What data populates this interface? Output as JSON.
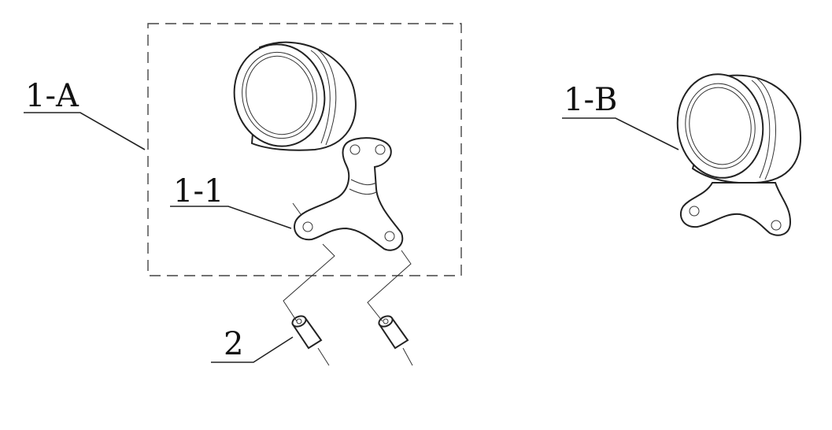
{
  "diagram": {
    "labels": {
      "assembly_a": "1-A",
      "assembly_b": "1-B",
      "bracket": "1-1",
      "nut": "2"
    }
  }
}
